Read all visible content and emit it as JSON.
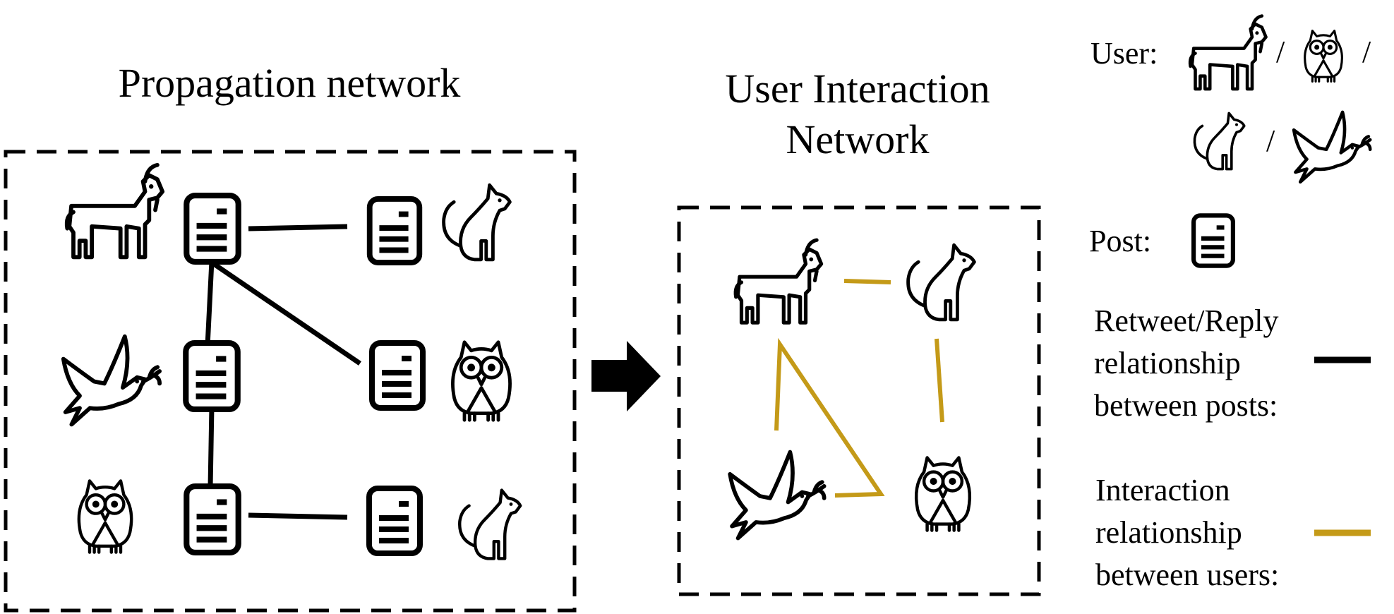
{
  "propagation": {
    "title": "Propagation network"
  },
  "interaction": {
    "title_line1": "User Interaction",
    "title_line2": "Network"
  },
  "legend": {
    "user_label": "User:",
    "separator": "/",
    "post_label": "Post:",
    "retweet_line1": "Retweet/Reply",
    "retweet_line2": "relationship",
    "retweet_line3": "between posts:",
    "interaction_line1": "Interaction",
    "interaction_line2": "relationship",
    "interaction_line3": "between users:"
  },
  "icons": [
    "goat-icon",
    "owl-icon",
    "cat-icon",
    "dove-icon",
    "post-icon",
    "arrow-right-icon"
  ],
  "colors": {
    "retweet_edge": "#000000",
    "interaction_edge": "#C49A18"
  }
}
